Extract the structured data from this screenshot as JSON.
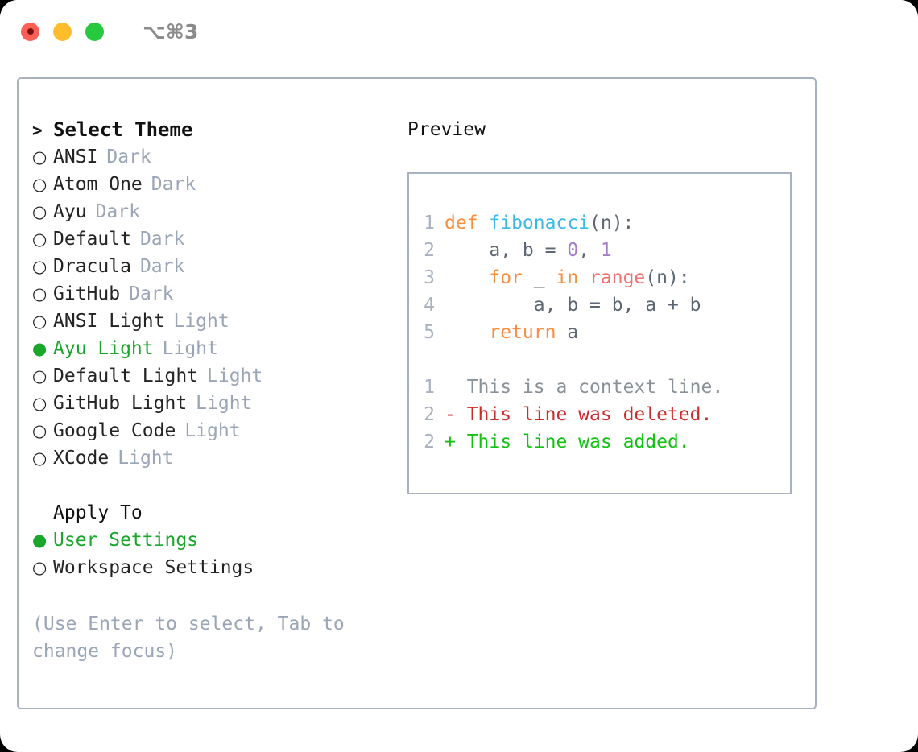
{
  "window": {
    "traffic_lights": [
      "close",
      "minimize",
      "maximize"
    ],
    "shortcut": "⌥⌘3"
  },
  "left_panel": {
    "header": {
      "prompt": ">",
      "title": "Select Theme"
    },
    "themes": [
      {
        "marker": "○",
        "name": "ANSI",
        "kind": "Dark",
        "selected": false
      },
      {
        "marker": "○",
        "name": "Atom One",
        "kind": "Dark",
        "selected": false
      },
      {
        "marker": "○",
        "name": "Ayu",
        "kind": "Dark",
        "selected": false
      },
      {
        "marker": "○",
        "name": "Default",
        "kind": "Dark",
        "selected": false
      },
      {
        "marker": "○",
        "name": "Dracula",
        "kind": "Dark",
        "selected": false
      },
      {
        "marker": "○",
        "name": "GitHub",
        "kind": "Dark",
        "selected": false
      },
      {
        "marker": "○",
        "name": "ANSI Light",
        "kind": "Light",
        "selected": false
      },
      {
        "marker": "●",
        "name": "Ayu Light",
        "kind": "Light",
        "selected": true
      },
      {
        "marker": "○",
        "name": "Default Light",
        "kind": "Light",
        "selected": false
      },
      {
        "marker": "○",
        "name": "GitHub Light",
        "kind": "Light",
        "selected": false
      },
      {
        "marker": "○",
        "name": "Google Code",
        "kind": "Light",
        "selected": false
      },
      {
        "marker": "○",
        "name": "XCode",
        "kind": "Light",
        "selected": false
      }
    ],
    "apply_to": {
      "title": "Apply To",
      "options": [
        {
          "marker": "●",
          "label": "User Settings",
          "selected": true
        },
        {
          "marker": "○",
          "label": "Workspace Settings",
          "selected": false
        }
      ]
    },
    "hint": "(Use Enter to select, Tab to change focus)"
  },
  "right_panel": {
    "header": "Preview",
    "code_lines": [
      {
        "number": "1",
        "tokens": [
          {
            "text": "def ",
            "type": "kw"
          },
          {
            "text": "fibonacci",
            "type": "fn"
          },
          {
            "text": "(n):",
            "type": "punc"
          }
        ]
      },
      {
        "number": "2",
        "tokens": [
          {
            "text": "    a, b = ",
            "type": "id"
          },
          {
            "text": "0",
            "type": "num"
          },
          {
            "text": ", ",
            "type": "id"
          },
          {
            "text": "1",
            "type": "num"
          }
        ]
      },
      {
        "number": "3",
        "tokens": [
          {
            "text": "    ",
            "type": "id"
          },
          {
            "text": "for",
            "type": "kw"
          },
          {
            "text": " _ ",
            "type": "id"
          },
          {
            "text": "in",
            "type": "kw"
          },
          {
            "text": " ",
            "type": "id"
          },
          {
            "text": "range",
            "type": "call"
          },
          {
            "text": "(n):",
            "type": "punc"
          }
        ]
      },
      {
        "number": "4",
        "tokens": [
          {
            "text": "        a, b = b, a + b",
            "type": "id"
          }
        ]
      },
      {
        "number": "5",
        "tokens": [
          {
            "text": "    ",
            "type": "id"
          },
          {
            "text": "return",
            "type": "kw"
          },
          {
            "text": " a",
            "type": "id"
          }
        ]
      }
    ],
    "diff_lines": [
      {
        "number": "1",
        "sign": " ",
        "text": " This is a context line.",
        "type": "ctx"
      },
      {
        "number": "2",
        "sign": "-",
        "text": " This line was deleted.",
        "type": "del"
      },
      {
        "number": "2",
        "sign": "+",
        "text": " This line was added.",
        "type": "add"
      }
    ]
  },
  "colors": {
    "accent_green": "#1aa62a",
    "muted": "#9aa5b6",
    "border": "#a9b2c1",
    "keyword": "#fa8d3e",
    "function": "#39bae6",
    "number": "#a37acc",
    "call": "#f07171",
    "identifier": "#5c6773",
    "diff_context": "#8a9199",
    "diff_deleted": "#c92c2c",
    "diff_added": "#11c211"
  }
}
